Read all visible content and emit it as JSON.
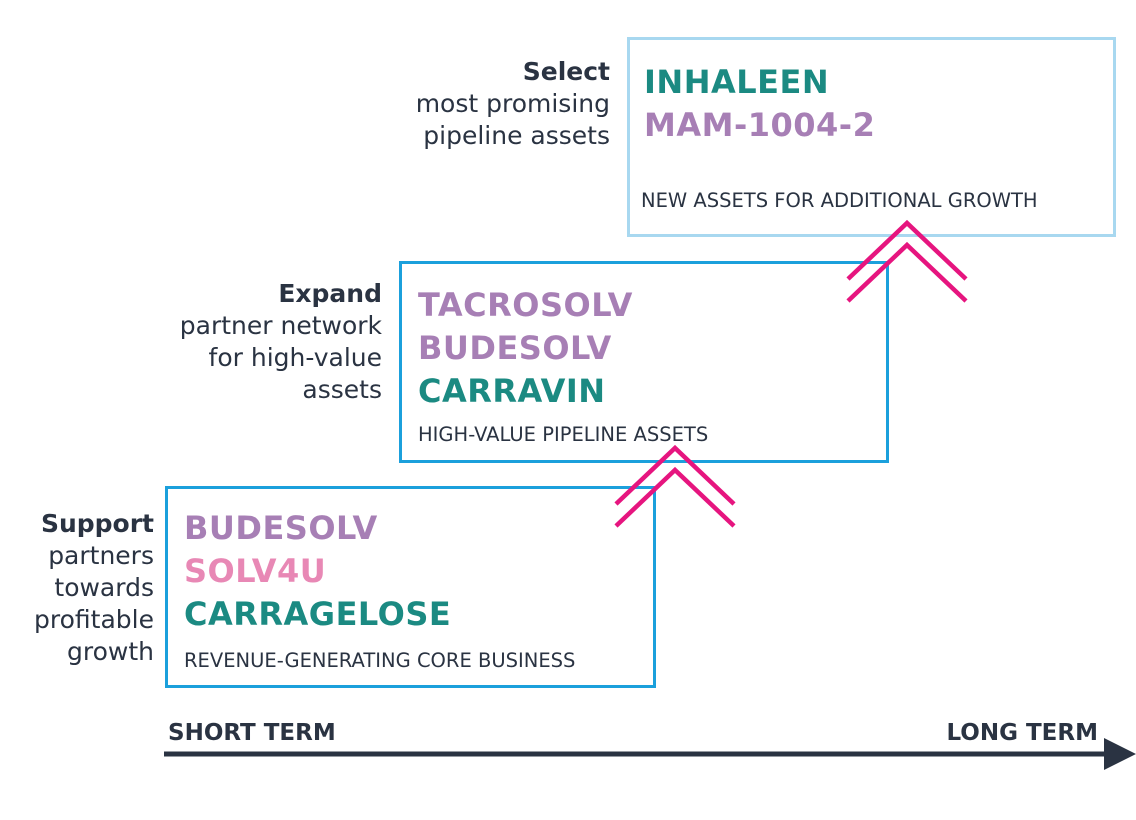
{
  "colors": {
    "teal": "#1b8a82",
    "purple": "#a77fb5",
    "pink": "#e888b5",
    "magenta": "#e6157f",
    "dark": "#2a3342",
    "frame_blue": "#1ba0dc",
    "frame_light_blue": "#a8d8f0"
  },
  "tiers": [
    {
      "verb": "Select",
      "description": "most promising pipeline assets",
      "assets": [
        {
          "name": "INHALEEN",
          "color": "#1b8a82"
        },
        {
          "name": "MAM-1004-2",
          "color": "#a77fb5"
        }
      ],
      "caption": "NEW ASSETS FOR ADDITIONAL GROWTH"
    },
    {
      "verb": "Expand",
      "description": "partner network for high-value assets",
      "assets": [
        {
          "name": "TACROSOLV",
          "color": "#a77fb5"
        },
        {
          "name": "BUDESOLV",
          "color": "#a77fb5"
        },
        {
          "name": "CARRAVIN",
          "color": "#1b8a82"
        }
      ],
      "caption": "HIGH-VALUE PIPELINE ASSETS"
    },
    {
      "verb": "Support",
      "description": "partners towards profitable growth",
      "assets": [
        {
          "name": "BUDESOLV",
          "color": "#a77fb5"
        },
        {
          "name": "SOLV4U",
          "color": "#e888b5"
        },
        {
          "name": "CARRAGELOSE",
          "color": "#1b8a82"
        }
      ],
      "caption": "REVENUE-GENERATING CORE BUSINESS"
    }
  ],
  "timeline": {
    "start_label": "SHORT TERM",
    "end_label": "LONG TERM"
  }
}
